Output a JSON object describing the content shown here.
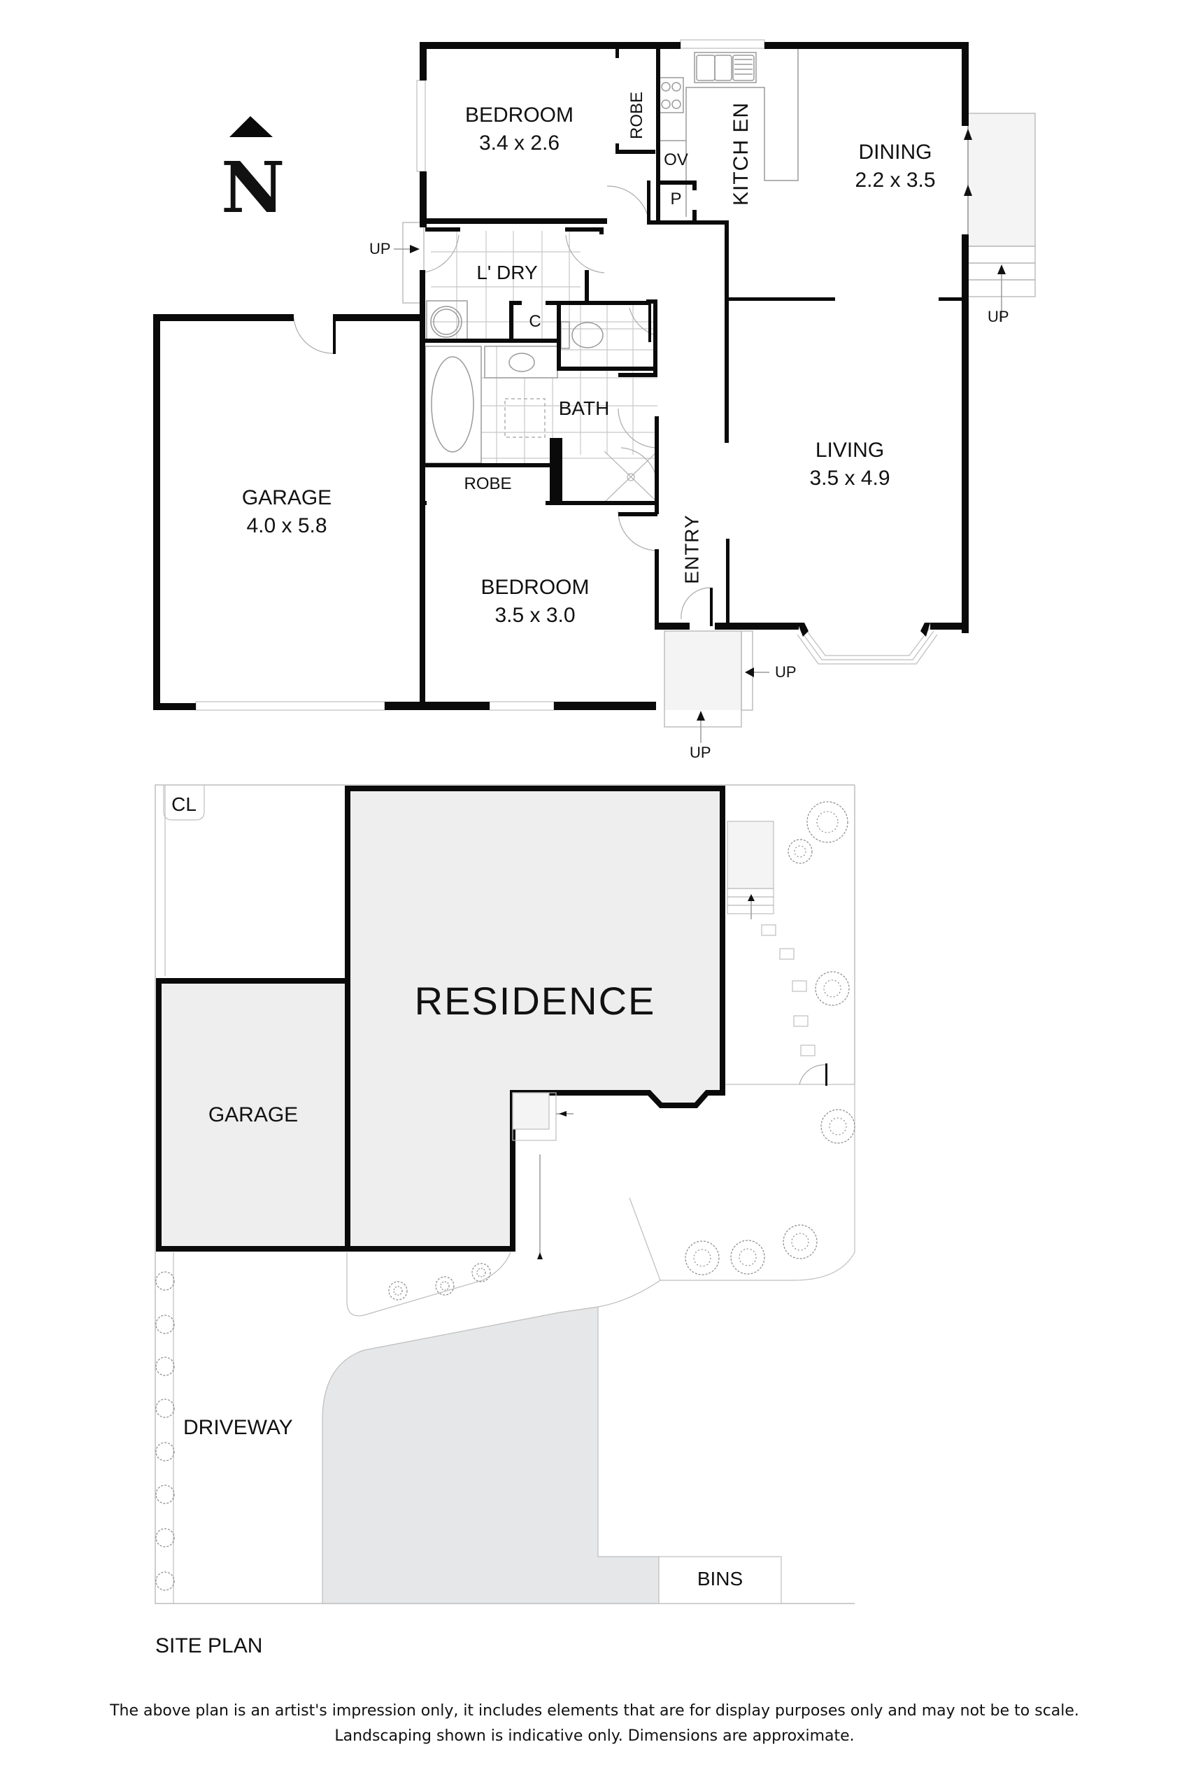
{
  "compass": {
    "label": "N"
  },
  "floor_plan": {
    "rooms": [
      {
        "id": "bedroom1",
        "name": "BEDROOM",
        "dims": "3.4 x 2.6"
      },
      {
        "id": "robe1",
        "name": "ROBE"
      },
      {
        "id": "oven",
        "name": "OV"
      },
      {
        "id": "pantry",
        "name": "P"
      },
      {
        "id": "kitchen",
        "name": "KITCH EN"
      },
      {
        "id": "dining",
        "name": "DINING",
        "dims": "2.2 x 3.5"
      },
      {
        "id": "laundry",
        "name": "L' DRY"
      },
      {
        "id": "cupboard",
        "name": "C"
      },
      {
        "id": "bath",
        "name": "BATH"
      },
      {
        "id": "robe2",
        "name": "ROBE"
      },
      {
        "id": "garage",
        "name": "GARAGE",
        "dims": "4.0 x 5.8"
      },
      {
        "id": "bedroom2",
        "name": "BEDROOM",
        "dims": "3.5 x 3.0"
      },
      {
        "id": "entry",
        "name": "ENTRY"
      },
      {
        "id": "living",
        "name": "LIVING",
        "dims": "3.5 x 4.9"
      }
    ],
    "stair_labels": [
      "UP",
      "UP",
      "UP",
      "UP"
    ]
  },
  "site_plan": {
    "title": "SITE PLAN",
    "labels": {
      "clothesline": "CL",
      "residence": "RESIDENCE",
      "garage": "GARAGE",
      "driveway": "DRIVEWAY",
      "bins": "BINS"
    }
  },
  "disclaimer": {
    "line1": "The above plan is an artist's impression only, it includes elements that are for display purposes only and may not be to scale.",
    "line2": "Landscaping shown is indicative only. Dimensions are approximate."
  },
  "colors": {
    "wall": "#0a0a0a",
    "fill_light": "#f4f4f4",
    "fill_site": "#eeeeee",
    "driveway": "#e6e7e8",
    "line": "#9a9a9a"
  }
}
